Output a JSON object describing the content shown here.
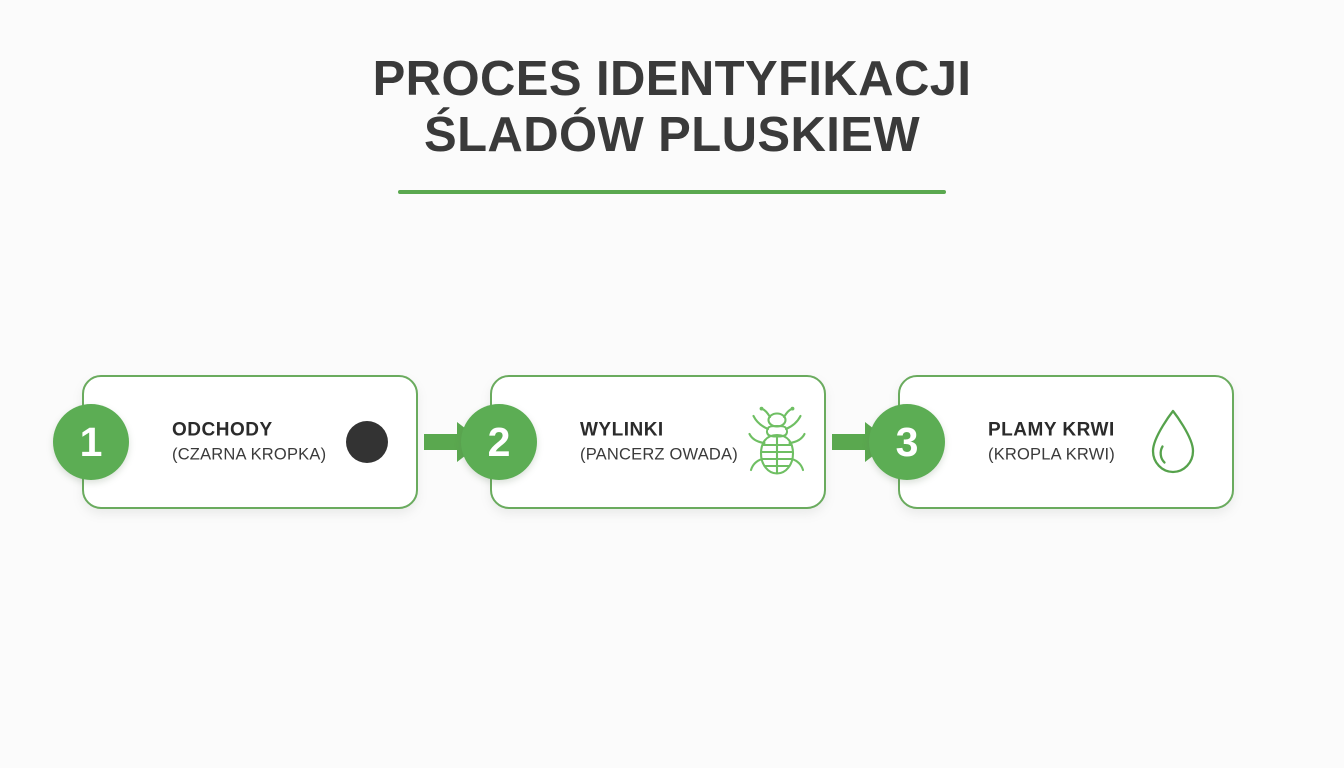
{
  "header": {
    "title_line1": "PROCES IDENTYFIKACJI",
    "title_line2": "ŚLADÓW PLUSKIEW"
  },
  "colors": {
    "accent_green": "#5cad54",
    "border_green": "#6aab5e",
    "rule_green": "#5aa84f",
    "title_gray": "#3a3a3a",
    "dot_black": "#333333",
    "background": "#fbfbfb",
    "card_white": "#ffffff"
  },
  "steps": [
    {
      "number": "1",
      "title": "ODCHODY",
      "subtitle": "(CZARNA KROPKA)",
      "icon": "black-dot-icon"
    },
    {
      "number": "2",
      "title": "WYLINKI",
      "subtitle": "(PANCERZ OWADA)",
      "icon": "bed-bug-icon"
    },
    {
      "number": "3",
      "title": "PLAMY KRWI",
      "subtitle": "(KROPLA KRWI)",
      "icon": "blood-drop-icon"
    }
  ],
  "connectors": [
    {
      "icon": "arrow-right-icon"
    },
    {
      "icon": "arrow-right-icon"
    }
  ]
}
